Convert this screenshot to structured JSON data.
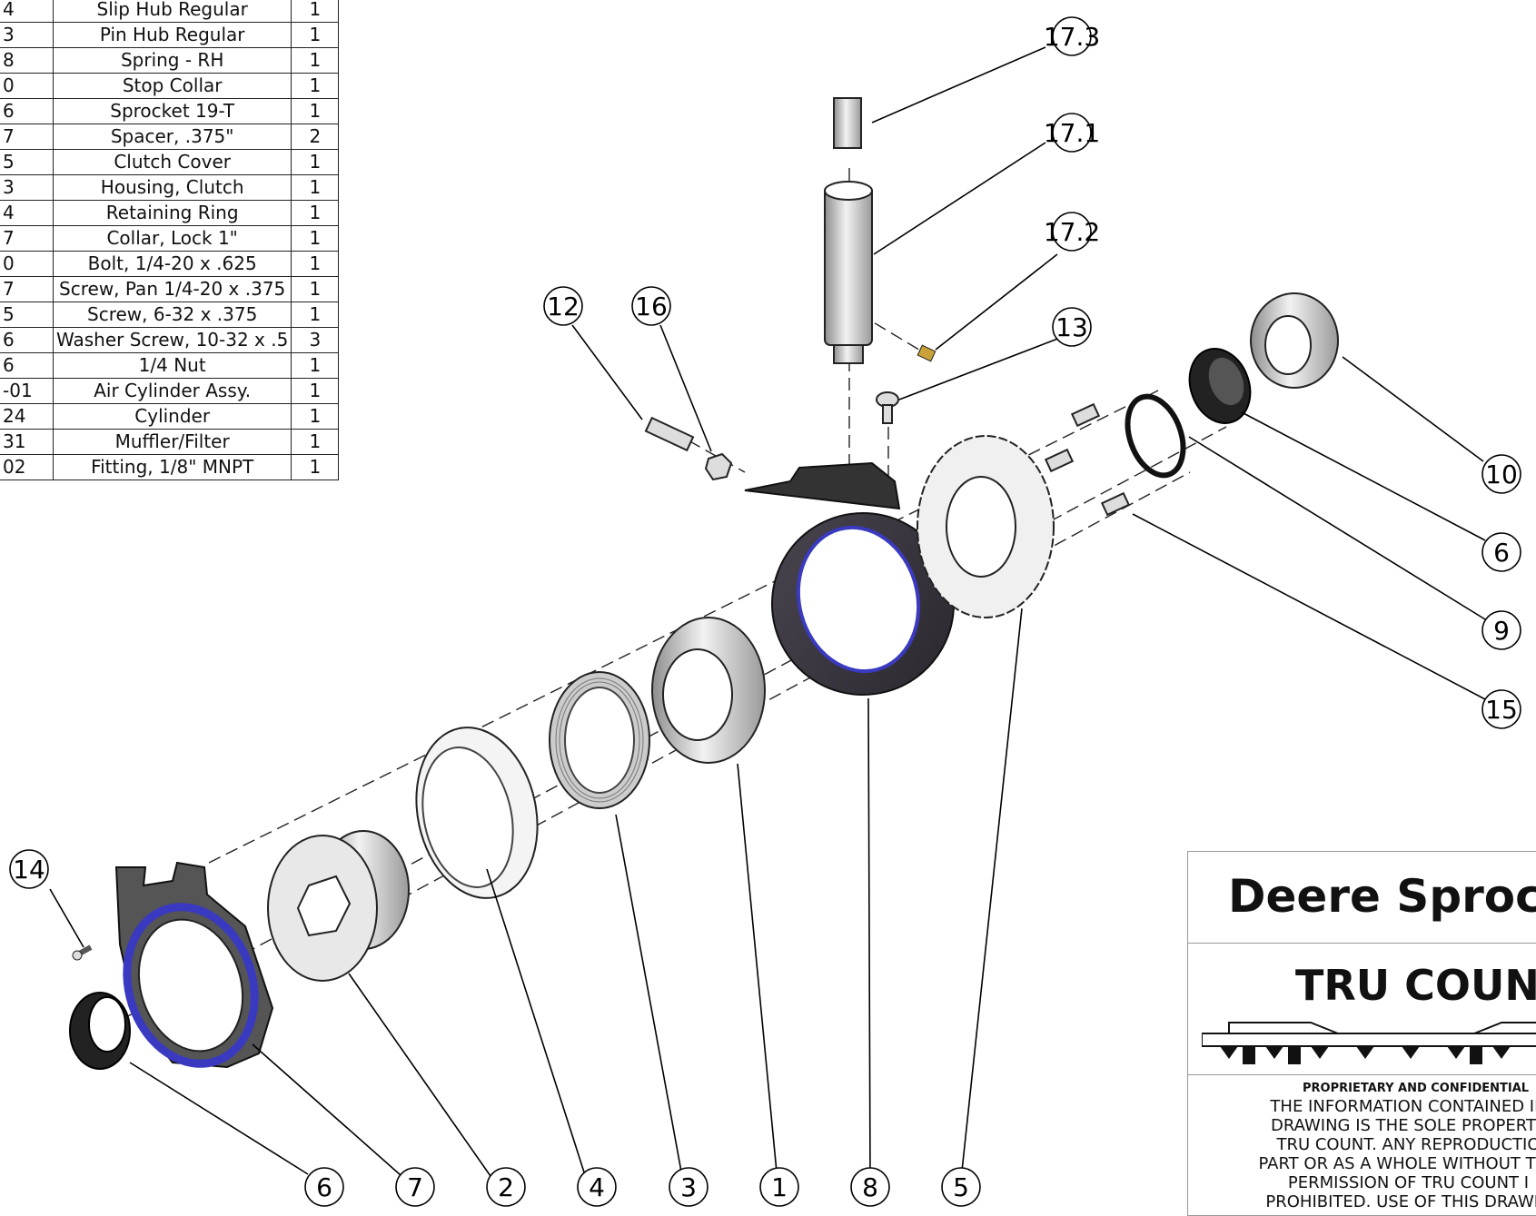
{
  "bom": {
    "rows": [
      {
        "pn": "4",
        "desc": "Slip Hub Regular",
        "qty": "1"
      },
      {
        "pn": "3",
        "desc": "Pin Hub Regular",
        "qty": "1"
      },
      {
        "pn": "8",
        "desc": "Spring - RH",
        "qty": "1"
      },
      {
        "pn": "0",
        "desc": "Stop Collar",
        "qty": "1"
      },
      {
        "pn": "6",
        "desc": "Sprocket 19-T",
        "qty": "1"
      },
      {
        "pn": "7",
        "desc": "Spacer, .375\"",
        "qty": "2"
      },
      {
        "pn": "5",
        "desc": "Clutch Cover",
        "qty": "1"
      },
      {
        "pn": "3",
        "desc": "Housing, Clutch",
        "qty": "1"
      },
      {
        "pn": "4",
        "desc": "Retaining Ring",
        "qty": "1"
      },
      {
        "pn": "7",
        "desc": "Collar, Lock 1\"",
        "qty": "1"
      },
      {
        "pn": "0",
        "desc": "Bolt, 1/4-20 x .625",
        "qty": "1"
      },
      {
        "pn": "7",
        "desc": "Screw, Pan 1/4-20 x .375",
        "qty": "1"
      },
      {
        "pn": "5",
        "desc": "Screw, 6-32 x .375",
        "qty": "1"
      },
      {
        "pn": "6",
        "desc": "Washer Screw, 10-32 x .5",
        "qty": "3"
      },
      {
        "pn": "6",
        "desc": "1/4 Nut",
        "qty": "1"
      },
      {
        "pn": "-01",
        "desc": "Air Cylinder Assy.",
        "qty": "1"
      },
      {
        "pn": "24",
        "desc": "Cylinder",
        "qty": "1"
      },
      {
        "pn": "31",
        "desc": "Muffler/Filter",
        "qty": "1"
      },
      {
        "pn": "02",
        "desc": "Fitting, 1/8\" MNPT",
        "qty": "1"
      }
    ]
  },
  "balloons": [
    "17.3",
    "17.1",
    "17.2",
    "12",
    "16",
    "13",
    "10",
    "6",
    "9",
    "15",
    "14",
    "6",
    "7",
    "2",
    "4",
    "3",
    "1",
    "8",
    "5"
  ],
  "title_block": {
    "title": "Deere Sprock",
    "company": "TRU COUNT",
    "proprietary": "PROPRIETARY AND CONFIDENTIAL",
    "notice": "THE INFORMATION CONTAINED IN\nDRAWING IS THE SOLE PROPERTY\nTRU COUNT.  ANY REPRODUCTIO\nPART OR AS A WHOLE WITHOUT THE\nPERMISSION OF TRU COUNT I\nPROHIBITED.  USE OF THIS DRAWIN"
  }
}
